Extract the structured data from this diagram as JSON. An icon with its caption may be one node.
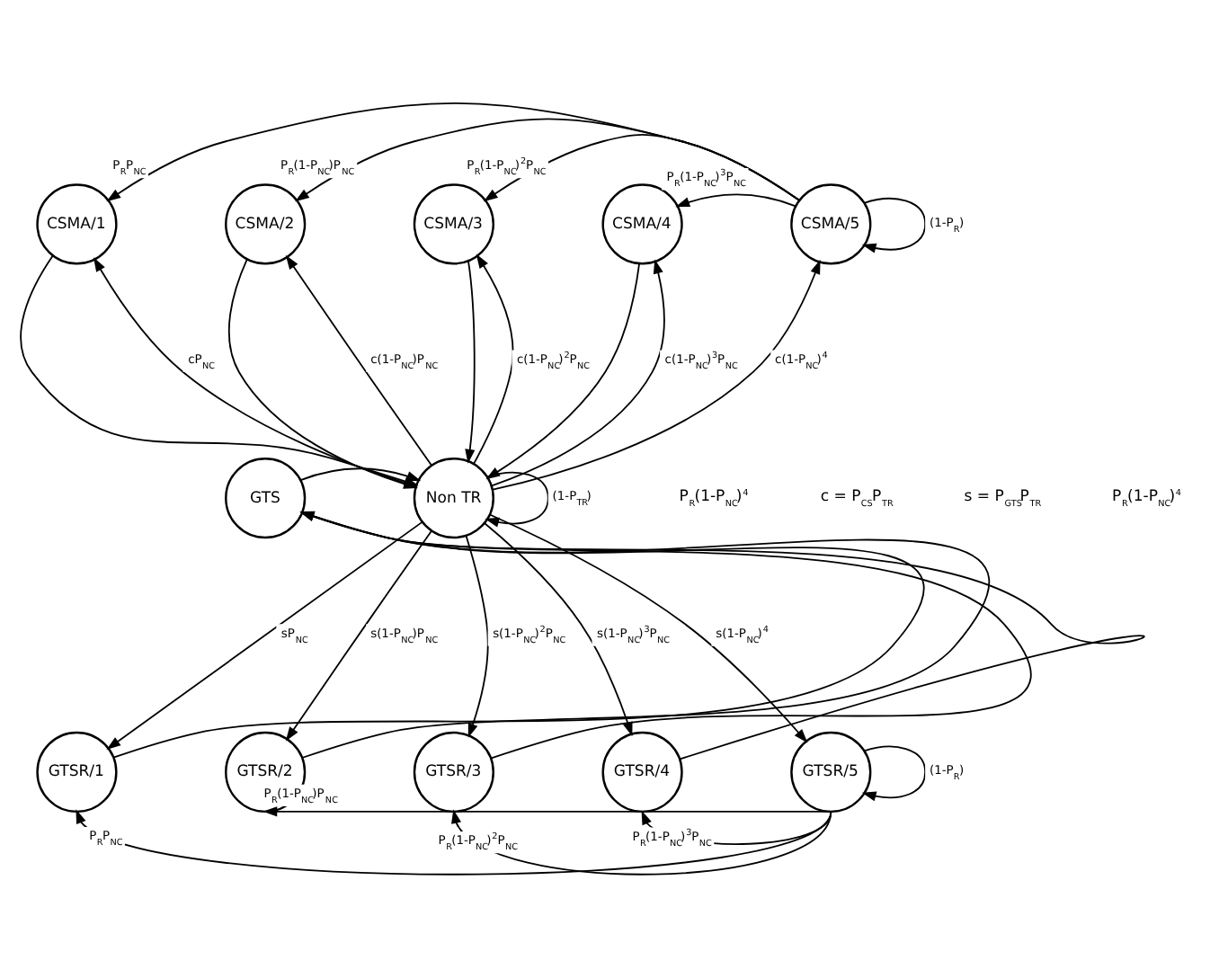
{
  "diagram": {
    "nodes": [
      {
        "text": [
          "CSMA/1"
        ]
      },
      {
        "text": [
          "CSMA/2"
        ]
      },
      {
        "text": [
          "CSMA/3"
        ]
      },
      {
        "text": [
          "CSMA/4"
        ]
      },
      {
        "text": [
          "CSMA/5"
        ]
      },
      {
        "text": [
          "GTS"
        ]
      },
      {
        "text": [
          "Non TR"
        ]
      },
      {
        "text": [
          "GTSR/1"
        ]
      },
      {
        "text": [
          "GTSR/2"
        ]
      },
      {
        "text": [
          "GTSR/3"
        ]
      },
      {
        "text": [
          "GTSR/4"
        ]
      },
      {
        "text": [
          "GTSR/5"
        ]
      }
    ],
    "edges": [
      {
        "from": 4,
        "to": 0,
        "arrow": "to",
        "label": "P$_{R}$P$_{NC}$"
      },
      {
        "from": 4,
        "to": 1,
        "arrow": "to",
        "label": "P$_{R}$(1-P$_{NC}$)P$_{NC}$"
      },
      {
        "from": 4,
        "to": 2,
        "arrow": "to",
        "label": "P$_{R}$(1-P$_{NC}$)$^{2}$P$_{NC}$"
      },
      {
        "from": 4,
        "to": 3,
        "arrow": "to",
        "label": "P$_{R}$(1-P$_{NC}$)$^{3}$P$_{NC}$"
      },
      {
        "from": 0,
        "to": 6,
        "arrow": "to"
      },
      {
        "from": 1,
        "to": 6,
        "arrow": "to"
      },
      {
        "from": 2,
        "to": 6,
        "arrow": "to"
      },
      {
        "from": 3,
        "to": 6,
        "arrow": "to"
      },
      {
        "from": 4,
        "to": 4,
        "arrow": "to",
        "label": "(1-P$_{R}$)"
      },
      {
        "from": 6,
        "to": 0,
        "arrow": "to",
        "label": "cP$_{NC}$"
      },
      {
        "from": 6,
        "to": 1,
        "arrow": "to",
        "label": "c(1-P$_{NC}$)P$_{NC}$"
      },
      {
        "from": 6,
        "to": 2,
        "arrow": "to",
        "label": "c(1-P$_{NC}$)$^{2}$P$_{NC}$"
      },
      {
        "from": 6,
        "to": 3,
        "arrow": "to",
        "label": "c(1-P$_{NC}$)$^{3}$P$_{NC}$"
      },
      {
        "from": 6,
        "to": 4,
        "arrow": "to",
        "label": "c(1-P$_{NC}$)$^{4}$"
      },
      {
        "from": 6,
        "to": 6,
        "arrow": "to",
        "label": "(1-P$_{TR}$)"
      },
      {
        "from": 5,
        "to": 6,
        "arrow": "to"
      },
      {
        "from": 6,
        "to": 7,
        "arrow": "to",
        "label": "sP$_{NC}$"
      },
      {
        "from": 6,
        "to": 8,
        "arrow": "to",
        "label": "s(1-P$_{NC}$)P$_{NC}$"
      },
      {
        "from": 6,
        "to": 9,
        "arrow": "to",
        "label": "s(1-P$_{NC}$)$^{2}$P$_{NC}$"
      },
      {
        "from": 6,
        "to": 10,
        "arrow": "to",
        "label": "s(1-P$_{NC}$)$^{3}$P$_{NC}$"
      },
      {
        "from": 6,
        "to": 11,
        "arrow": "to",
        "label": "s(1-P$_{NC}$)$^{4}$"
      },
      {
        "from": 11,
        "to": 11,
        "arrow": "to",
        "label": "(1-P$_{R}$)"
      },
      {
        "from": 11,
        "to": 7,
        "arrow": "to",
        "label": "P$_{R}$P$_{NC}$"
      },
      {
        "from": 11,
        "to": 8,
        "arrow": "to",
        "label": "P$_{R}$(1-P$_{NC}$)P$_{NC}$"
      },
      {
        "from": 11,
        "to": 9,
        "arrow": "to",
        "label": "P$_{R}$(1-P$_{NC}$)$^{2}$P$_{NC}$"
      },
      {
        "from": 11,
        "to": 10,
        "arrow": "to",
        "label": "P$_{R}$(1-P$_{NC}$)$^{3}$P$_{NC}$"
      },
      {
        "from": 7,
        "to": 5,
        "arrow": "to"
      },
      {
        "from": 8,
        "to": 5,
        "arrow": "to"
      },
      {
        "from": 9,
        "to": 5,
        "arrow": "to"
      },
      {
        "from": 10,
        "to": 5,
        "arrow": "to"
      }
    ],
    "labels": [
      "P$_{R}$(1-P$_{NC}$)$^{4}$",
      "c = P$_{CS}$P$_{TR}$",
      "s = P$_{GTS}$P$_{TR}$",
      "P$_{R}$(1-P$_{NC}$)$^{4}$"
    ]
  }
}
